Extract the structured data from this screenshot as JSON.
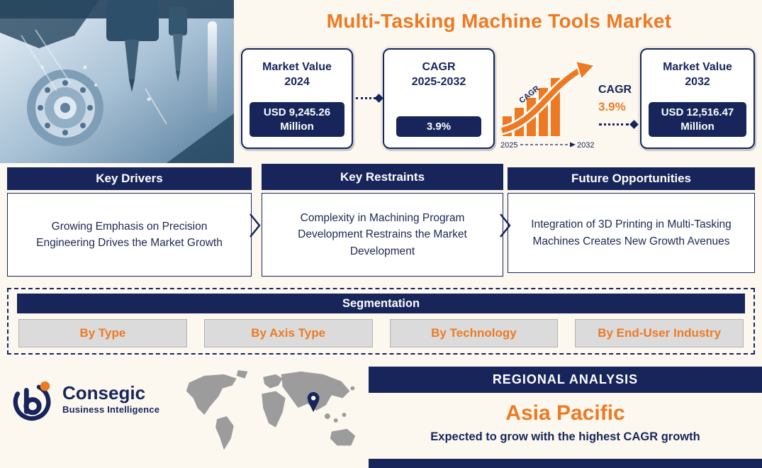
{
  "title": "Multi-Tasking Machine Tools Market",
  "stats": {
    "market_2024": {
      "label": "Market Value",
      "year": "2024",
      "value": "USD 9,245.26 Million"
    },
    "cagr": {
      "label": "CAGR",
      "year": "2025-2032",
      "value": "3.9%"
    },
    "market_2032": {
      "label": "Market Value",
      "year": "2032",
      "value": "USD 12,516.47 Million"
    },
    "growth_chart": {
      "axis_label": "CAGR",
      "cagr_caption": "CAGR",
      "cagr_value": "3.9%",
      "start_year": "2025",
      "end_year": "2032"
    }
  },
  "panels": [
    {
      "title": "Key Drivers",
      "body": "Growing Emphasis on Precision Engineering Drives the Market Growth"
    },
    {
      "title": "Key Restraints",
      "body": "Complexity in Machining Program Development Restrains the Market Development"
    },
    {
      "title": "Future Opportunities",
      "body": "Integration of 3D Printing in Multi-Tasking Machines Creates New Growth Avenues"
    }
  ],
  "segmentation": {
    "title": "Segmentation",
    "items": [
      "By Type",
      "By Axis Type",
      "By Technology",
      "By End-User Industry"
    ]
  },
  "regional": {
    "header": "REGIONAL ANALYSIS",
    "region": "Asia Pacific",
    "subtitle": "Expected to grow with the highest CAGR growth"
  },
  "logo": {
    "name": "Consegic",
    "tagline": "Business Intelligence"
  },
  "colors": {
    "navy": "#17255A",
    "orange": "#ED7A23",
    "segment_gray": "#DBDBDB",
    "map_gray": "#9C9C9C"
  }
}
